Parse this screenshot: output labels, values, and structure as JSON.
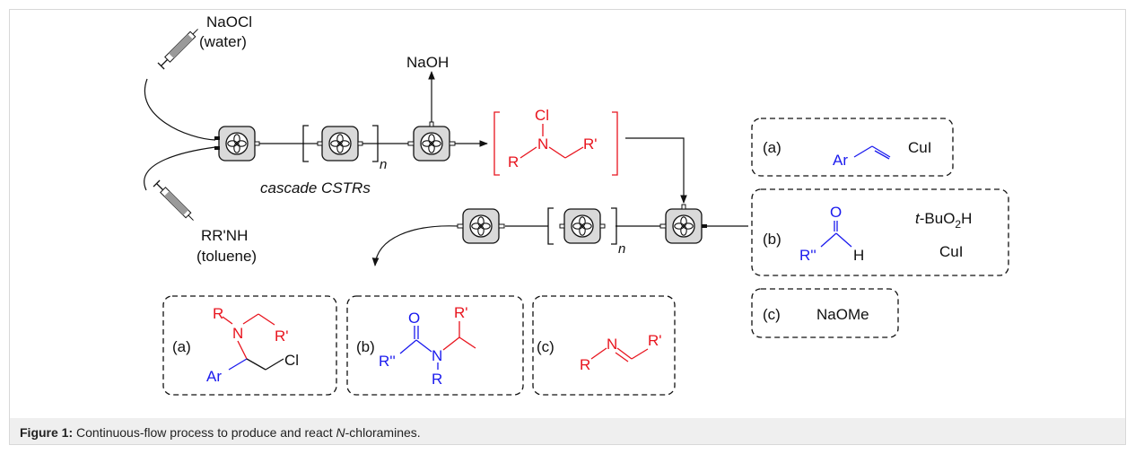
{
  "colors": {
    "red": "#e8141e",
    "blue": "#1a1aee",
    "black": "#111111",
    "reactor_fill": "#d9d9d9"
  },
  "reagents": {
    "naocl_1": "NaOCl",
    "naocl_2": "(water)",
    "amine_1": "RR'NH",
    "amine_2": "(toluene)",
    "naoh": "NaOH",
    "cascade": "cascade CSTRs",
    "n_top": "n",
    "n_bottom": "n"
  },
  "intermediate": {
    "cl": "Cl",
    "n": "N",
    "r": "R",
    "r_prime": "R'"
  },
  "conditions": {
    "a": {
      "label": "(a)",
      "ar": "Ar",
      "reagent": "CuI"
    },
    "b": {
      "label": "(b)",
      "o": "O",
      "r2": "R''",
      "h": "H",
      "oxidant_prefix": "t",
      "oxidant_main": "-BuO",
      "oxidant_sub": "2",
      "oxidant_h": "H",
      "reagent": "CuI"
    },
    "c": {
      "label": "(c)",
      "reagent": "NaOMe"
    }
  },
  "products": {
    "a": {
      "label": "(a)",
      "r": "R",
      "n": "N",
      "r_prime": "R'",
      "ar": "Ar",
      "cl": "Cl"
    },
    "b": {
      "label": "(b)",
      "o": "O",
      "r2": "R''",
      "n": "N",
      "r": "R",
      "r_prime": "R'"
    },
    "c": {
      "label": "(c)",
      "r": "R",
      "n": "N",
      "r_prime": "R'"
    }
  },
  "caption": {
    "label": "Figure 1:",
    "text_1": " Continuous-flow process to produce and react ",
    "text_italic": "N",
    "text_2": "-chloramines."
  }
}
